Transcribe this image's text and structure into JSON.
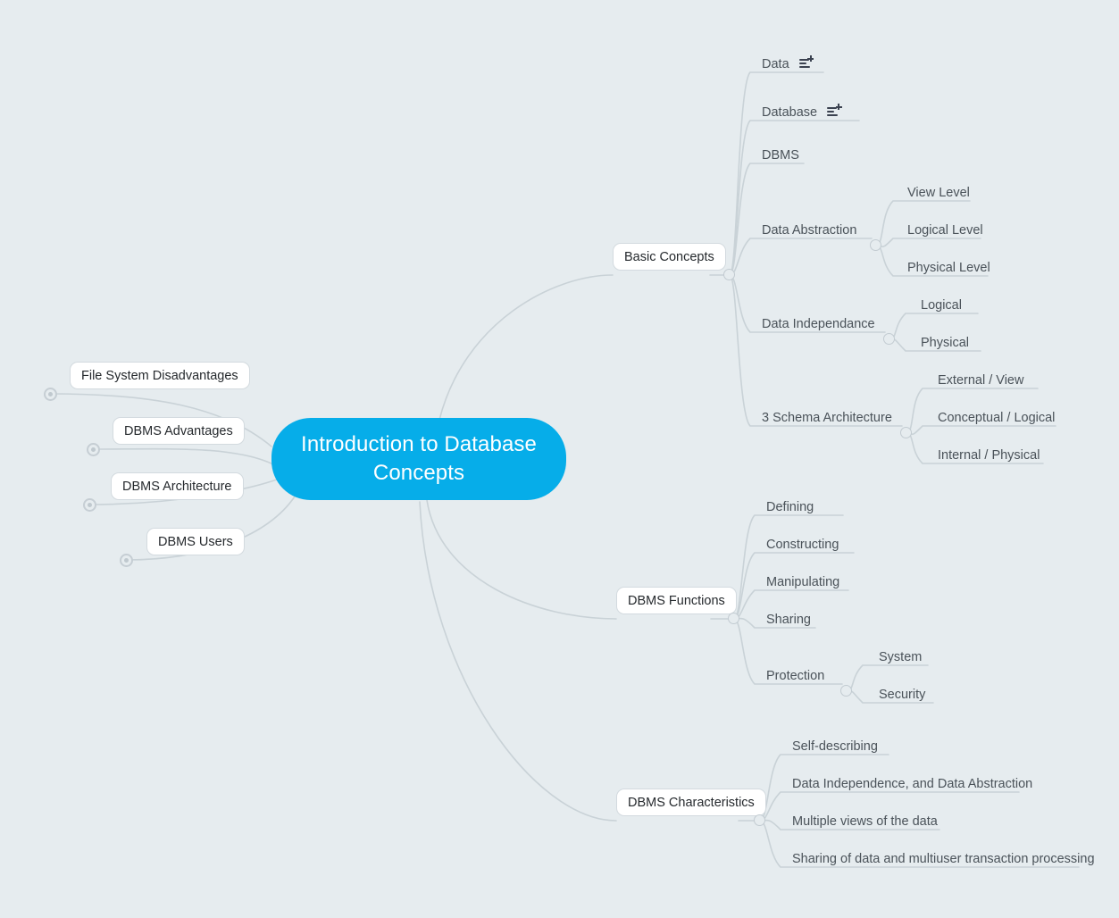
{
  "meta": {
    "background_color": "#e6ecef",
    "root_color": "#06ade9",
    "wire_color": "#c9d2d7",
    "leaf_text_color": "#4a5259",
    "box_text_color": "#25292d"
  },
  "root": {
    "label": "Introduction to Database Concepts"
  },
  "left_branches": [
    {
      "label": "File System Disadvantages",
      "state": "collapsed"
    },
    {
      "label": "DBMS Advantages",
      "state": "collapsed"
    },
    {
      "label": "DBMS Architecture",
      "state": "collapsed"
    },
    {
      "label": "DBMS Users",
      "state": "collapsed"
    }
  ],
  "right_branches": [
    {
      "label": "Basic Concepts",
      "state": "expanded",
      "children": [
        {
          "label": "Data",
          "icon": "add-note-icon",
          "state": "leaf"
        },
        {
          "label": "Database",
          "icon": "add-note-icon",
          "state": "leaf"
        },
        {
          "label": "DBMS",
          "icon": null,
          "state": "leaf"
        },
        {
          "label": "Data Abstraction",
          "icon": null,
          "state": "expanded",
          "children": [
            {
              "label": "View Level"
            },
            {
              "label": "Logical Level"
            },
            {
              "label": "Physical Level"
            }
          ]
        },
        {
          "label": "Data Independance",
          "icon": null,
          "state": "expanded",
          "children": [
            {
              "label": "Logical"
            },
            {
              "label": "Physical"
            }
          ]
        },
        {
          "label": "3 Schema Architecture",
          "icon": null,
          "state": "expanded",
          "children": [
            {
              "label": "External / View"
            },
            {
              "label": "Conceptual / Logical"
            },
            {
              "label": "Internal /  Physical"
            }
          ]
        }
      ]
    },
    {
      "label": "DBMS Functions",
      "state": "expanded",
      "children": [
        {
          "label": "Defining",
          "icon": null,
          "state": "leaf"
        },
        {
          "label": "Constructing",
          "icon": null,
          "state": "leaf"
        },
        {
          "label": "Manipulating",
          "icon": null,
          "state": "leaf"
        },
        {
          "label": "Sharing",
          "icon": null,
          "state": "leaf"
        },
        {
          "label": "Protection",
          "icon": null,
          "state": "expanded",
          "children": [
            {
              "label": "System"
            },
            {
              "label": "Security"
            }
          ]
        }
      ]
    },
    {
      "label": "DBMS Characteristics",
      "state": "expanded",
      "children": [
        {
          "label": "Self-describing",
          "icon": null,
          "state": "leaf"
        },
        {
          "label": "Data Independence, and Data Abstraction",
          "icon": null,
          "state": "leaf"
        },
        {
          "label": "Multiple views of the data",
          "icon": null,
          "state": "leaf"
        },
        {
          "label": "Sharing of data and multiuser transaction processing",
          "icon": null,
          "state": "leaf"
        }
      ]
    }
  ]
}
